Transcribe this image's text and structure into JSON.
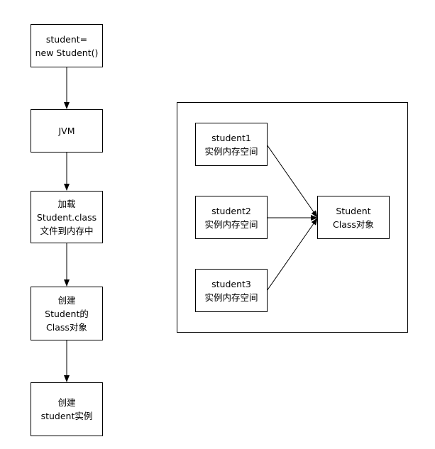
{
  "flow": {
    "step1": [
      "student=",
      "new Student()"
    ],
    "step2": [
      "JVM"
    ],
    "step3": [
      "加载",
      "Student.class",
      "文件到内存中"
    ],
    "step4": [
      "创建",
      "Student的",
      "Class对象"
    ],
    "step5": [
      "创建",
      "student实例"
    ]
  },
  "memory": {
    "instances": [
      [
        "student1",
        "实例内存空间"
      ],
      [
        "student2",
        "实例内存空间"
      ],
      [
        "student3",
        "实例内存空间"
      ]
    ],
    "class_object": [
      "Student",
      "Class对象"
    ]
  }
}
